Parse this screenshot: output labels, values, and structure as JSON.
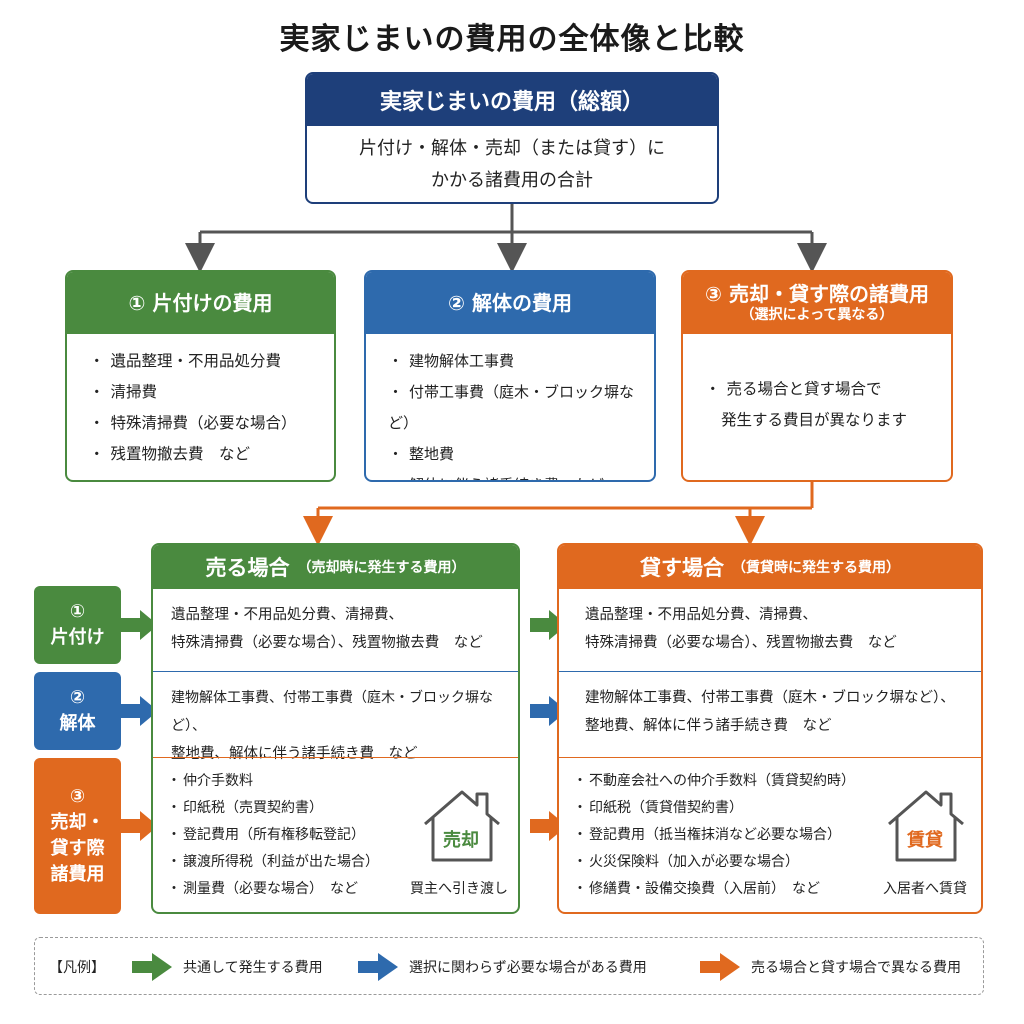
{
  "title": "実家じまいの費用の全体像と比較",
  "total": {
    "heading": "実家じまいの費用（総額）",
    "line1": "片付け・解体・売却（または貸す）に",
    "line2": "かかる諸費用の合計"
  },
  "categories": [
    {
      "heading": "① 片付けの費用",
      "items": [
        "遺品整理・不用品処分費",
        "清掃費",
        "特殊清掃費（必要な場合）",
        "残置物撤去費　など"
      ]
    },
    {
      "heading": "② 解体の費用",
      "items": [
        "建物解体工事費",
        "付帯工事費（庭木・ブロック塀など）",
        "整地費",
        "解体に伴う諸手続き費　など"
      ]
    },
    {
      "heading": "③ 売却・貸す際の諸費用",
      "subheading": "（選択によって異なる）",
      "items": [
        "売る場合と貸す場合で",
        "発生する費目が異なります"
      ]
    }
  ],
  "side_labels": [
    {
      "num": "①",
      "label": "片付け"
    },
    {
      "num": "②",
      "label": "解体"
    },
    {
      "num": "③",
      "label1": "売却・",
      "label2": "貸す際",
      "label3": "諸費用"
    }
  ],
  "sell": {
    "heading": "売る場合",
    "subheading": "（売却時に発生する費用）",
    "row1_line1": "遺品整理・不用品処分費、清掃費、",
    "row1_line2": "特殊清掃費（必要な場合）、残置物撤去費　など",
    "row2_line1": "建物解体工事費、付帯工事費（庭木・ブロック塀など）、",
    "row2_line2": "整地費、解体に伴う諸手続き費　など",
    "row3_items": [
      "仲介手数料",
      "印紙税（売買契約書）",
      "登記費用（所有権移転登記）",
      "譲渡所得税（利益が出た場合）",
      "測量費（必要な場合）　など"
    ],
    "house_label": "売却",
    "house_caption": "買主へ引き渡し"
  },
  "rent": {
    "heading": "貸す場合",
    "subheading": "（賃貸時に発生する費用）",
    "row1_line1": "遺品整理・不用品処分費、清掃費、",
    "row1_line2": "特殊清掃費（必要な場合）、残置物撤去費　など",
    "row2_line1": "建物解体工事費、付帯工事費（庭木・ブロック塀など）、",
    "row2_line2": "整地費、解体に伴う諸手続き費　など",
    "row3_items": [
      "不動産会社への仲介手数料（賃貸契約時）",
      "印紙税（賃貸借契約書）",
      "登記費用（抵当権抹消など必要な場合）",
      "火災保険料（加入が必要な場合）",
      "修繕費・設備交換費（入居前）　など"
    ],
    "house_label": "賃貸",
    "house_caption": "入居者へ賃貸"
  },
  "legend": {
    "label": "【凡例】",
    "green": "共通して発生する費用",
    "blue": "選択に関わらず必要な場合がある費用",
    "orange": "売る場合と貸す場合で異なる費用"
  },
  "colors": {
    "navy": "#1e3f7a",
    "green": "#4a8a3f",
    "blue": "#2e6aad",
    "orange": "#e0691f",
    "connector": "#555555"
  }
}
